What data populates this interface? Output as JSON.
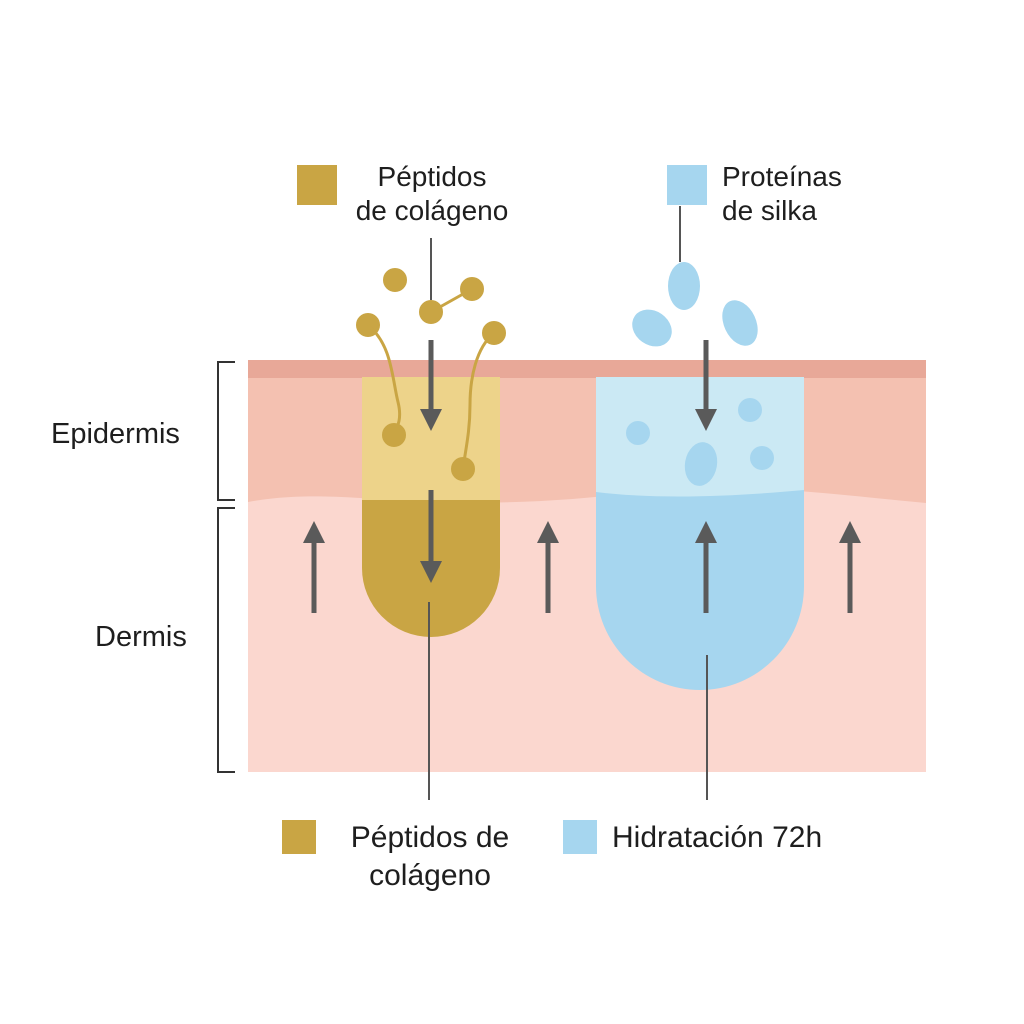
{
  "layers": {
    "epidermis": "Epidermis",
    "dermis": "Dermis"
  },
  "top_legend": {
    "collagen": {
      "line1": "Péptidos",
      "line2": "de colágeno"
    },
    "silk": {
      "line1": "Proteínas",
      "line2": "de silka"
    }
  },
  "bottom_legend": {
    "collagen": {
      "line1": "Péptidos de",
      "line2": "colágeno"
    },
    "hydration": "Hidratación 72h"
  },
  "colors": {
    "collagen": "#c9a544",
    "collagen_light": "#edd38a",
    "silk": "#a6d6ef",
    "silk_light": "#cbe9f4",
    "skin_top": "#e8a898",
    "epidermis": "#f4c1b1",
    "dermis": "#fbd7cf",
    "arrow": "#555555"
  }
}
